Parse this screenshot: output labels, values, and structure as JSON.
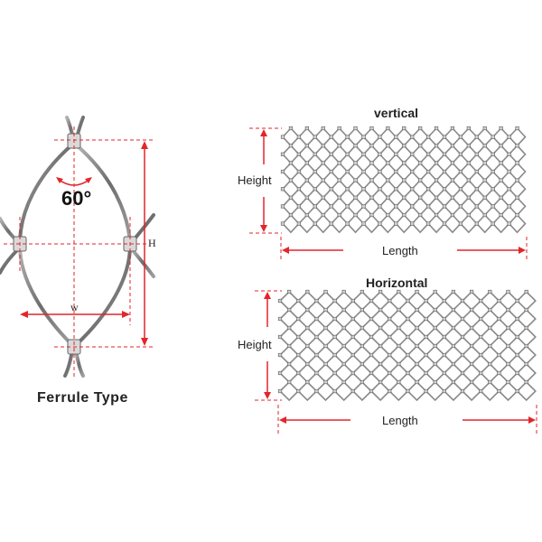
{
  "ferrule": {
    "angle_label": "60°",
    "height_label": "H",
    "width_label": "w",
    "caption": "Ferrule Type"
  },
  "vertical_mesh": {
    "title": "vertical",
    "height_label": "Height",
    "length_label": "Length"
  },
  "horizontal_mesh": {
    "title": "Horizontal",
    "height_label": "Height",
    "length_label": "Length"
  },
  "colors": {
    "dimension": "#e2262b",
    "wire": "#8a8a8a",
    "wire_dark": "#5e5e5e",
    "text": "#222222"
  }
}
